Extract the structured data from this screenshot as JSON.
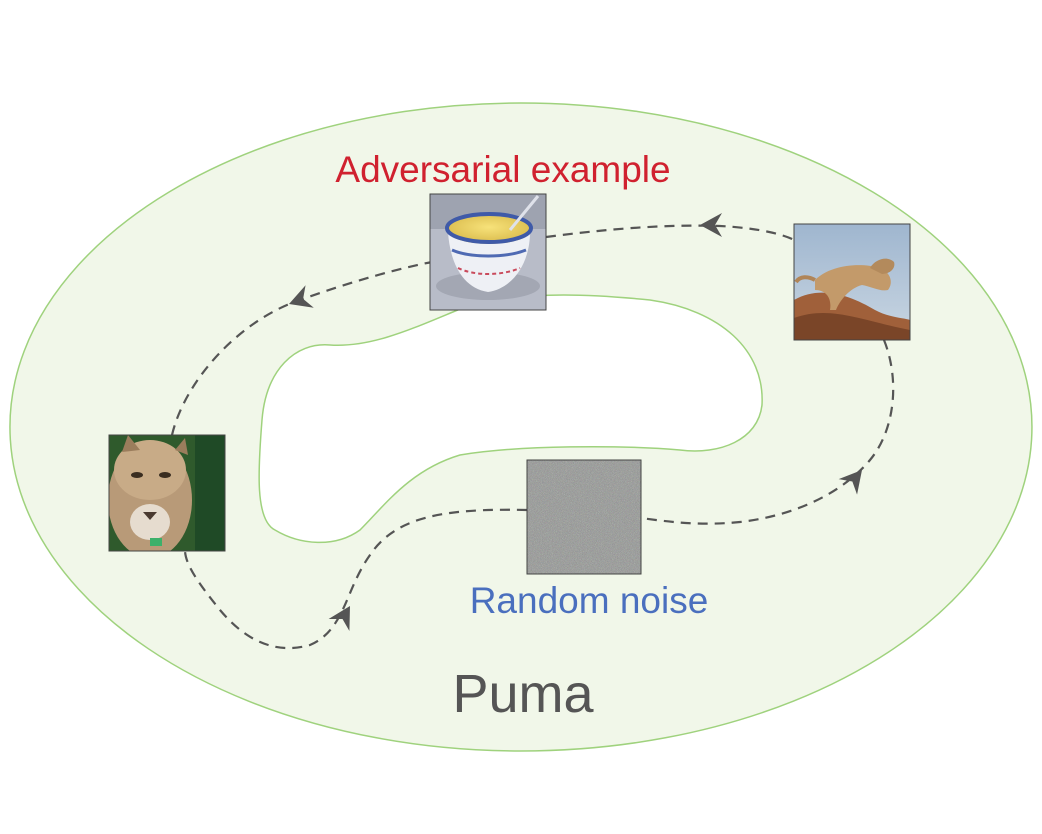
{
  "labels": {
    "adversarial": "Adversarial example",
    "random_noise": "Random noise",
    "class_name": "Puma"
  },
  "colors": {
    "region_fill": "#f1f7e9",
    "region_stroke": "#9fd27d",
    "adversarial_text": "#d0212f",
    "noise_text": "#4a6fbe",
    "class_text": "#555555",
    "path": "#555555"
  },
  "images": [
    {
      "id": "puma-face",
      "icon": "puma-face-photo"
    },
    {
      "id": "soup-bowl",
      "icon": "soup-bowl-photo"
    },
    {
      "id": "puma-jumping",
      "icon": "puma-jumping-photo"
    },
    {
      "id": "noise",
      "icon": "random-noise-image"
    }
  ]
}
